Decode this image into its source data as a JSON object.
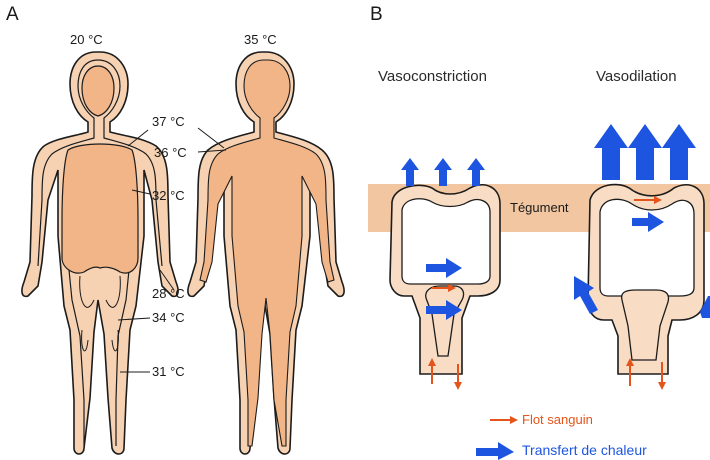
{
  "panel_a": {
    "letter": "A",
    "left_body_temp": "20 °C",
    "right_body_temp": "35 °C",
    "labels": [
      "37 °C",
      "36 °C",
      "32 °C",
      "28 °C",
      "34 °C",
      "31 °C"
    ]
  },
  "panel_b": {
    "letter": "B",
    "title_left": "Vasoconstriction",
    "title_right": "Vasodilation",
    "skin_label": "Tégument",
    "legend_blood": "Flot sanguin",
    "legend_heat": "Transfert de chaleur"
  },
  "colors": {
    "skin": "#f2c9a2",
    "core": "#f2b587",
    "outline": "#1c1c1c",
    "blood_arrow": "#e4541b",
    "heat_arrow": "#1d55e0"
  }
}
